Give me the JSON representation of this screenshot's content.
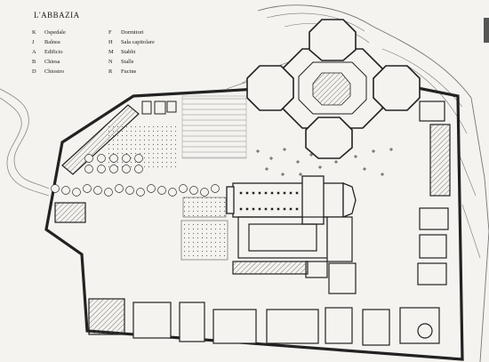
{
  "map": {
    "title": "L'ABBAZIA",
    "legend": [
      {
        "key": "K",
        "label": "Ospedale"
      },
      {
        "key": "J",
        "label": "Balnea"
      },
      {
        "key": "A",
        "label": "Edificio"
      },
      {
        "key": "B",
        "label": "Chiesa"
      },
      {
        "key": "D",
        "label": "Chiostro"
      },
      {
        "key": "F",
        "label": "Dormitori"
      },
      {
        "key": "H",
        "label": "Sala capitolare"
      },
      {
        "key": "M",
        "label": "Stabbi"
      },
      {
        "key": "N",
        "label": "Stalle"
      },
      {
        "key": "R",
        "label": "Fucine"
      }
    ]
  },
  "colors": {
    "paper": "#f4f3ef",
    "ink": "#1a1a1a",
    "wall": "#2a2a2a",
    "hatch": "#6b6b6b"
  }
}
